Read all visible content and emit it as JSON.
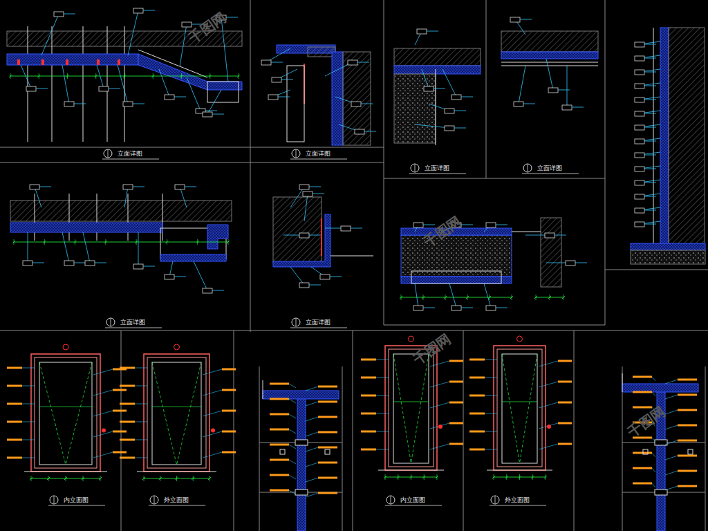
{
  "diagram": {
    "labels": [
      "立面详图",
      "立面详图",
      "立面详图",
      "立面详图",
      "立面详图",
      "立面详图",
      "内立面图",
      "外立面图",
      "内立面图",
      "外立面图",
      "千图网",
      "千图网",
      "千图网",
      "千图网"
    ]
  }
}
